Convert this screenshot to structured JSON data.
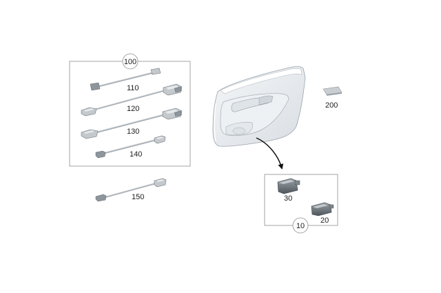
{
  "callouts": {
    "group_main": "100",
    "part_110": "110",
    "part_120": "120",
    "part_130": "130",
    "part_140": "140",
    "part_150": "150",
    "part_200": "200",
    "group_10": "10",
    "part_30": "30",
    "part_20": "20"
  },
  "icons": {
    "door_panel": "door-trim-panel-icon",
    "wiring": "wiring-harness-icon",
    "switch": "switch-module-icon",
    "pad": "pad-icon"
  },
  "colors": {
    "frame": "#8c8c8c",
    "part_light": "#e9edf1",
    "part_mid": "#c4c9cd",
    "part_dark": "#5a6167",
    "text": "#1a1a1a",
    "leader": "#111111"
  }
}
